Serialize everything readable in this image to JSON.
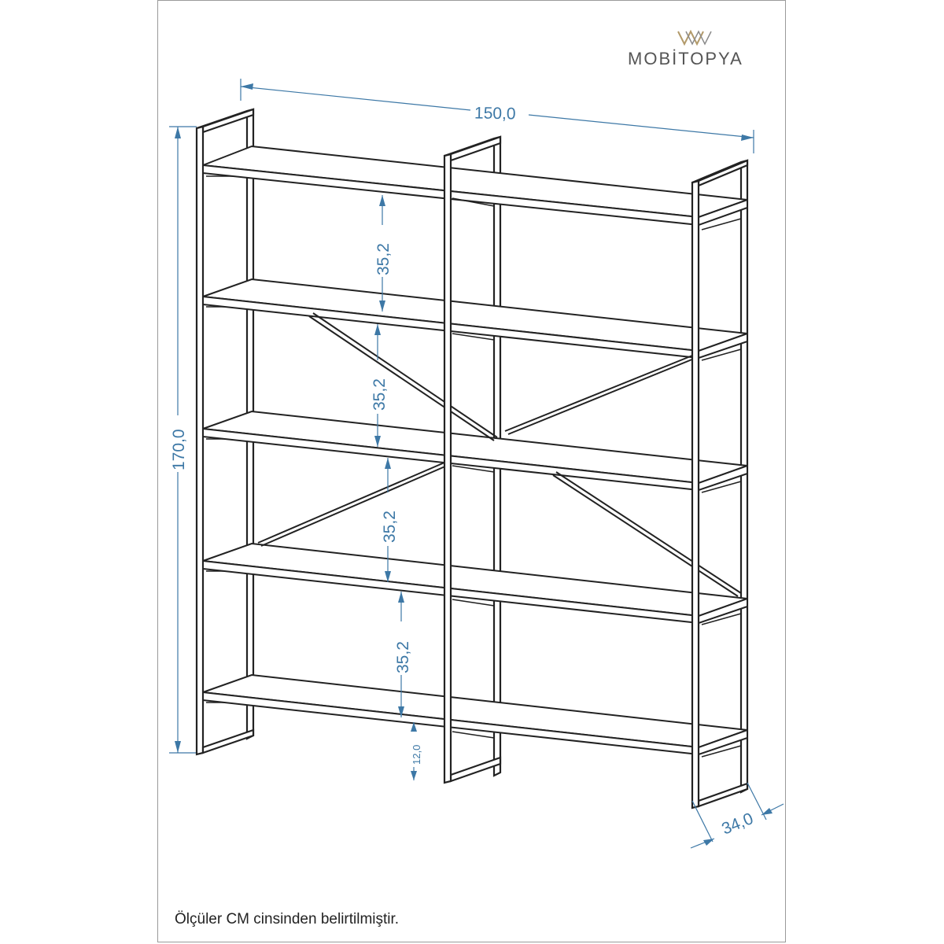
{
  "brand": {
    "name": "MOBİTOPYA",
    "logo_icon": "ww-monogram-logo",
    "logo_color": "#b29a6a"
  },
  "diagram": {
    "subject": "bookshelf",
    "dimensions": {
      "width": "150,0",
      "height": "170,0",
      "depth": "34,0",
      "shelf_spacing": [
        "35,2",
        "35,2",
        "35,2",
        "35,2"
      ],
      "bottom_clearance": "12,0"
    },
    "dimension_color": "#3d78a6",
    "line_color": "#222222"
  },
  "footnote": "Ölçüler CM cinsinden belirtilmiştir."
}
